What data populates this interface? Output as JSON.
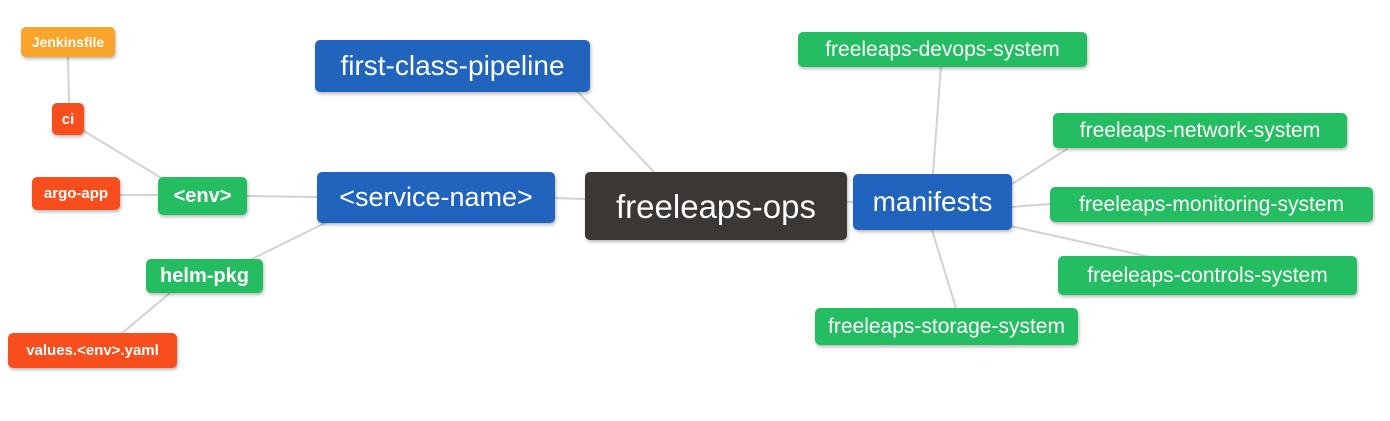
{
  "diagram": {
    "type": "mind-map",
    "root": "freeleaps-ops"
  },
  "colors": {
    "blue": "#2064be",
    "green": "#25bd61",
    "orange": "#f9a42b",
    "red": "#f84e1e",
    "dark": "#3b3734",
    "edge": "#d2d2d2",
    "background": "#ffffff",
    "node_text": "#ffffff"
  },
  "nodes": {
    "jenkinsfile": {
      "label": "Jenkinsfile",
      "color": "#f9a42b"
    },
    "ci": {
      "label": "ci",
      "color": "#f84e1e"
    },
    "argo_app": {
      "label": "argo-app",
      "color": "#f84e1e"
    },
    "env": {
      "label": "<env>",
      "color": "#25bd61"
    },
    "helm_pkg": {
      "label": "helm-pkg",
      "color": "#25bd61"
    },
    "values_yaml": {
      "label": "values.<env>.yaml",
      "color": "#f84e1e"
    },
    "first_class_pipeline": {
      "label": "first-class-pipeline",
      "color": "#2064be"
    },
    "service_name": {
      "label": "<service-name>",
      "color": "#2064be"
    },
    "freeleaps_ops": {
      "label": "freeleaps-ops",
      "color": "#3b3734"
    },
    "manifests": {
      "label": "manifests",
      "color": "#2064be"
    },
    "devops_system": {
      "label": "freeleaps-devops-system",
      "color": "#25bd61"
    },
    "network_system": {
      "label": "freeleaps-network-system",
      "color": "#25bd61"
    },
    "monitoring_system": {
      "label": "freeleaps-monitoring-system",
      "color": "#25bd61"
    },
    "controls_system": {
      "label": "freeleaps-controls-system",
      "color": "#25bd61"
    },
    "storage_system": {
      "label": "freeleaps-storage-system",
      "color": "#25bd61"
    }
  },
  "edges": [
    {
      "from": "jenkinsfile",
      "to": "ci"
    },
    {
      "from": "ci",
      "to": "env"
    },
    {
      "from": "argo_app",
      "to": "env"
    },
    {
      "from": "env",
      "to": "service_name"
    },
    {
      "from": "service_name",
      "to": "helm_pkg"
    },
    {
      "from": "helm_pkg",
      "to": "values_yaml"
    },
    {
      "from": "first_class_pipeline",
      "to": "freeleaps_ops"
    },
    {
      "from": "service_name",
      "to": "freeleaps_ops"
    },
    {
      "from": "freeleaps_ops",
      "to": "manifests"
    },
    {
      "from": "manifests",
      "to": "devops_system"
    },
    {
      "from": "manifests",
      "to": "network_system"
    },
    {
      "from": "manifests",
      "to": "monitoring_system"
    },
    {
      "from": "manifests",
      "to": "controls_system"
    },
    {
      "from": "manifests",
      "to": "storage_system"
    }
  ]
}
